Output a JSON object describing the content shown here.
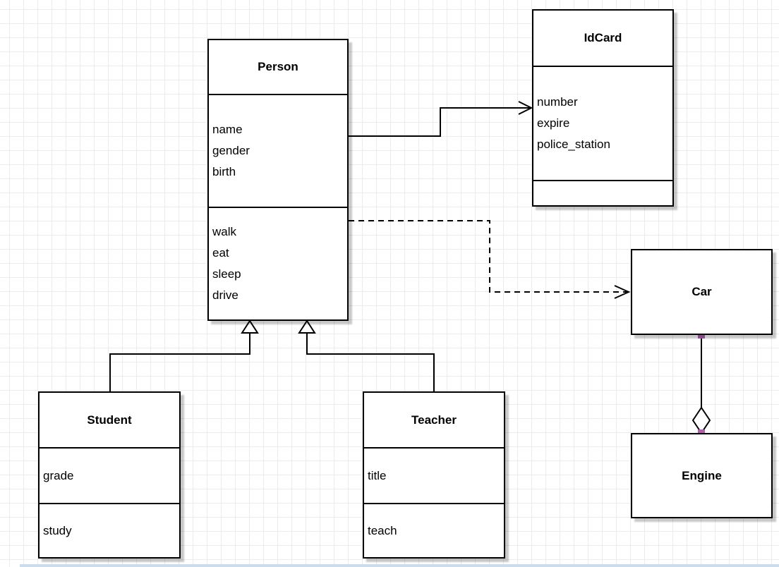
{
  "diagram": {
    "type": "uml-class-diagram",
    "classes": [
      {
        "id": "person",
        "name": "Person",
        "attributes": [
          "name",
          "gender",
          "birth"
        ],
        "methods": [
          "walk",
          "eat",
          "sleep",
          "drive"
        ]
      },
      {
        "id": "idcard",
        "name": "IdCard",
        "attributes": [
          "number",
          "expire",
          "police_station"
        ],
        "methods": []
      },
      {
        "id": "car",
        "name": "Car",
        "attributes": [],
        "methods": []
      },
      {
        "id": "engine",
        "name": "Engine",
        "attributes": [],
        "methods": []
      },
      {
        "id": "student",
        "name": "Student",
        "attributes": [
          "grade"
        ],
        "methods": [
          "study"
        ]
      },
      {
        "id": "teacher",
        "name": "Teacher",
        "attributes": [
          "title"
        ],
        "methods": [
          "teach"
        ]
      }
    ],
    "relationships": [
      {
        "from": "Person",
        "to": "IdCard",
        "type": "association",
        "line": "solid",
        "marker": "open-arrow"
      },
      {
        "from": "Person",
        "to": "Car",
        "type": "dependency",
        "line": "dashed",
        "marker": "open-arrow"
      },
      {
        "from": "Student",
        "to": "Person",
        "type": "generalization",
        "line": "solid",
        "marker": "hollow-triangle"
      },
      {
        "from": "Teacher",
        "to": "Person",
        "type": "generalization",
        "line": "solid",
        "marker": "hollow-triangle"
      },
      {
        "from": "Car",
        "to": "Engine",
        "type": "aggregation",
        "line": "solid",
        "marker": "hollow-diamond"
      }
    ],
    "colors": {
      "box_fill": "#ffffff",
      "box_border": "#000000",
      "shadow": "#c9c9c9",
      "grid_line": "#ebebf1",
      "endpoint_marker": "#b05fb0",
      "page_edge": "#cddcec"
    }
  }
}
